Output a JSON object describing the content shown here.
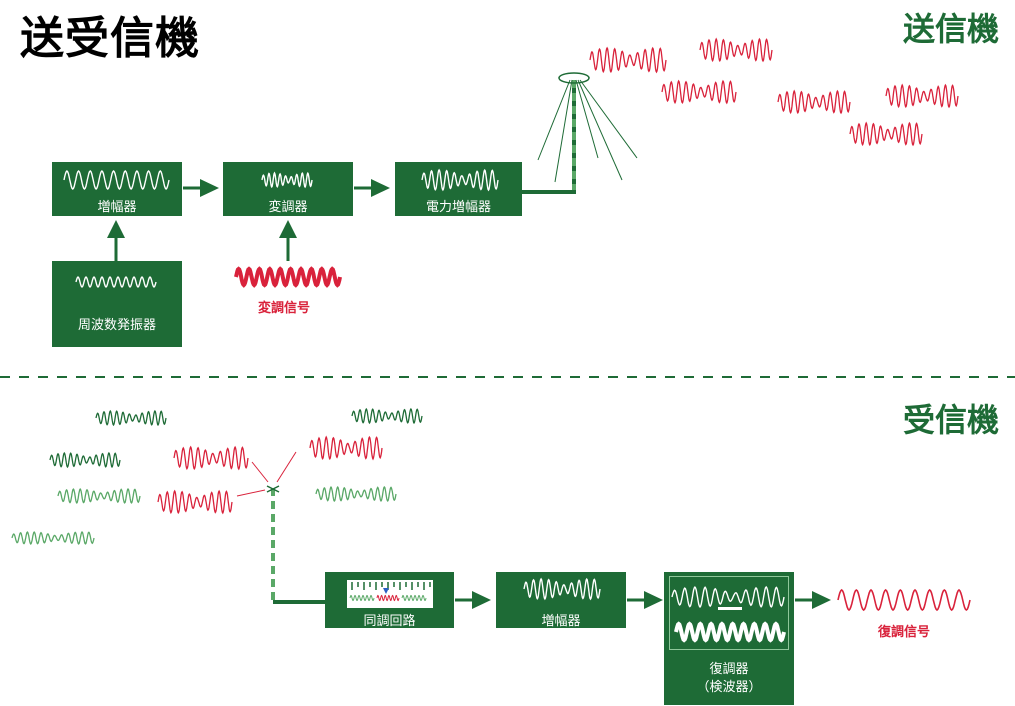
{
  "title": "送受信機",
  "transmitter": {
    "title": "送信機",
    "amplifier": "増幅器",
    "modulator": "変調器",
    "power_amplifier": "電力増幅器",
    "oscillator": "周波数発振器",
    "modulation_signal": "変調信号"
  },
  "receiver": {
    "title": "受信機",
    "tuning_circuit": "同調回路",
    "amplifier": "増幅器",
    "demodulator": "復調器",
    "demodulator_sub": "（検波器）",
    "demodulated_signal": "復調信号"
  },
  "colors": {
    "green": "#1e6b36",
    "red": "#d9223b",
    "light_green": "#5aa867"
  }
}
